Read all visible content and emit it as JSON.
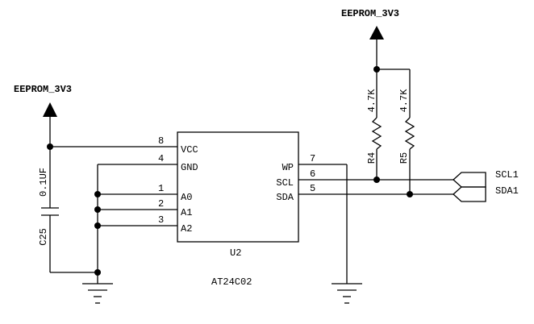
{
  "schematic": {
    "power_top_right": "EEPROM_3V3",
    "power_left": "EEPROM_3V3",
    "capacitor": {
      "value": "0.1UF",
      "ref": "C25"
    },
    "resistor_r4": {
      "value": "4.7K",
      "ref": "R4"
    },
    "resistor_r5": {
      "value": "4.7K",
      "ref": "R5"
    },
    "chip": {
      "ref": "U2",
      "part": "AT24C02",
      "left_pins": [
        {
          "num": "8",
          "name": "VCC"
        },
        {
          "num": "4",
          "name": "GND"
        },
        {
          "num": "1",
          "name": "A0"
        },
        {
          "num": "2",
          "name": "A1"
        },
        {
          "num": "3",
          "name": "A2"
        }
      ],
      "right_pins": [
        {
          "num": "7",
          "name": "WP"
        },
        {
          "num": "6",
          "name": "SCL"
        },
        {
          "num": "5",
          "name": "SDA"
        }
      ]
    },
    "ports": {
      "scl": "SCL1",
      "sda": "SDA1"
    }
  }
}
